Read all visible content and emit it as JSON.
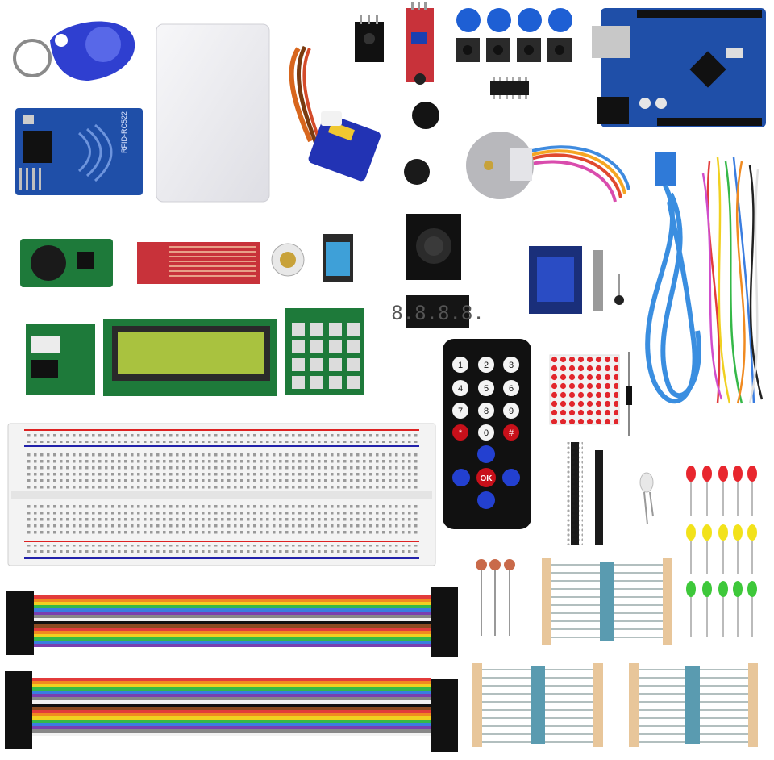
{
  "rfid_module": {
    "label": "RFID-RC522"
  },
  "remote": {
    "ok_label": "OK",
    "keys": [
      "1",
      "2",
      "3",
      "4",
      "5",
      "6",
      "7",
      "8",
      "9",
      "*",
      "0",
      "#"
    ]
  },
  "seven_segment": {
    "display": "8.8.8.8."
  },
  "colors": {
    "board_blue": "#1f4fa8",
    "pcb_green": "#1e7a3a",
    "sensor_red": "#c8323a",
    "lcd_backlight": "#a9c23f",
    "cable_blue": "#3a8ee0",
    "led_red": "#e8262e",
    "led_yellow": "#f2e21a",
    "led_green": "#3ec83a"
  }
}
